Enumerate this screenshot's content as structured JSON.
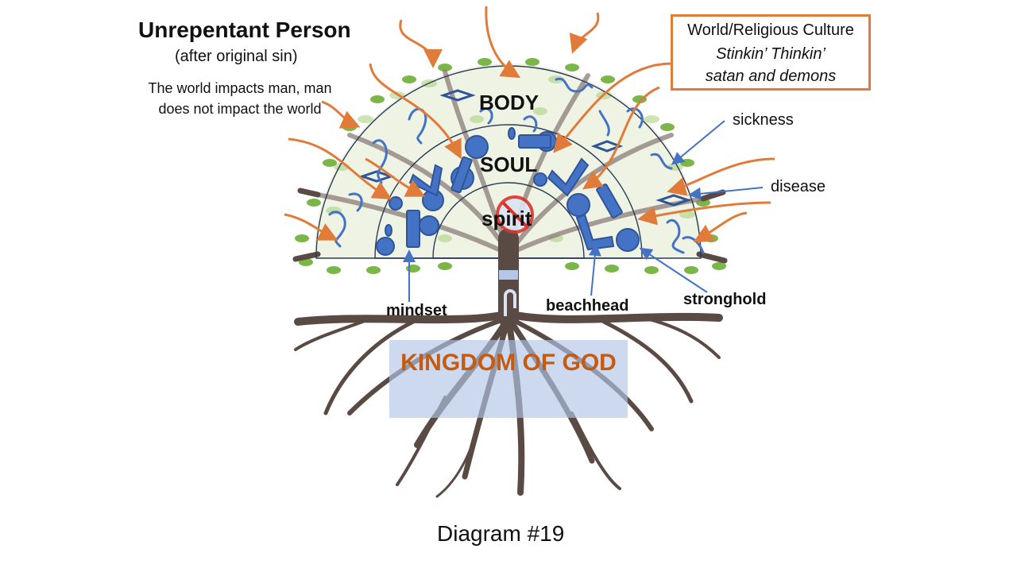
{
  "title": "Unrepentant Person",
  "subtitle": "(after original sin)",
  "note": "The world impacts man, man does not impact the world",
  "culture_box": {
    "line1": "World/Religious Culture",
    "line2": "Stinkin’ Thinkin’",
    "line3": "satan and demons"
  },
  "zones": {
    "body": "BODY",
    "soul": "SOUL",
    "spirit": "spirit"
  },
  "labels": {
    "sickness": "sickness",
    "disease": "disease",
    "mindset": "mindset",
    "beachhead": "beachhead",
    "stronghold": "stronghold"
  },
  "kingdom": "KINGDOM OF GOD",
  "caption": "Diagram #19",
  "colors": {
    "orange_arrow": "#e07b39",
    "blue_shape": "#2f5597",
    "blue_fill": "#4472c4",
    "trunk": "#5a4a44",
    "leaf_green": "#7ab648",
    "kingdom_text": "#c55a11"
  }
}
